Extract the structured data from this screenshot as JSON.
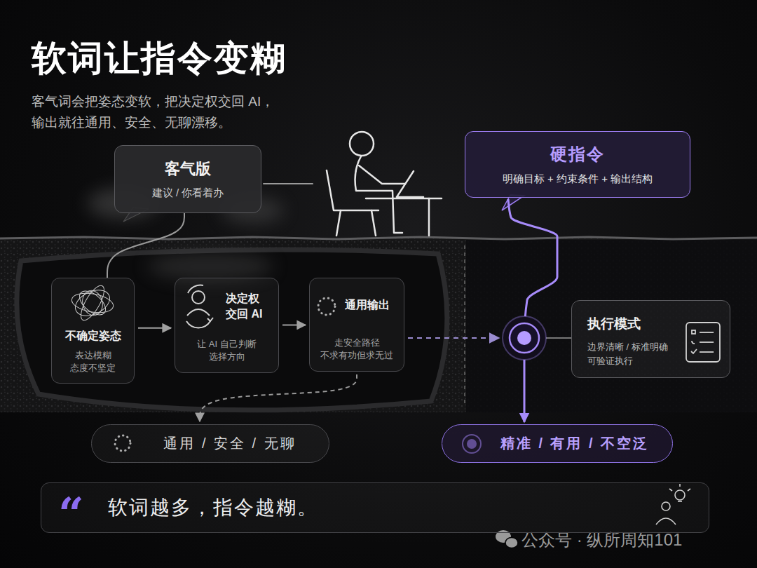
{
  "diagram": {
    "title": "软词让指令变糊",
    "nodes": [
      {
        "text": [
          "客气版",
          "建议 / 你看着办"
        ]
      },
      {
        "text": [
          "硬指令",
          "明确目标 + 约束条件 + 输出结构"
        ]
      },
      {
        "text": [
          "不确定姿态",
          "表达模糊 态度不坚定"
        ]
      },
      {
        "text": [
          "决定权 交回 AI",
          "让 AI 自己判断 选择方向"
        ]
      },
      {
        "text": [
          "通用输出",
          "走安全路径 不求有功但求无过"
        ]
      },
      {
        "text": [
          "执行模式",
          "边界清晰 / 标准明确 可验证执行"
        ]
      },
      {
        "text": [
          "通用 / 安全 / 无聊"
        ]
      },
      {
        "text": [
          "精准 / 有用 / 不空泛"
        ]
      },
      {
        "text": [
          "“",
          "软词越多，指令越糊。"
        ]
      }
    ],
    "edges": [
      {
        "from": 0,
        "to": 2,
        "arrow": "none"
      },
      {
        "from": 2,
        "to": 3,
        "arrow": "to"
      },
      {
        "from": 3,
        "to": 4,
        "arrow": "to"
      },
      {
        "from": 4,
        "to": 6,
        "arrow": "to"
      },
      {
        "from": 1,
        "to": 7,
        "arrow": "to"
      }
    ],
    "labels": [
      "客气词会把姿态变软，把决定权交回 AI， 输出就往通用、安全、无聊漂移。",
      "公众号 · 纵所周知101"
    ]
  }
}
